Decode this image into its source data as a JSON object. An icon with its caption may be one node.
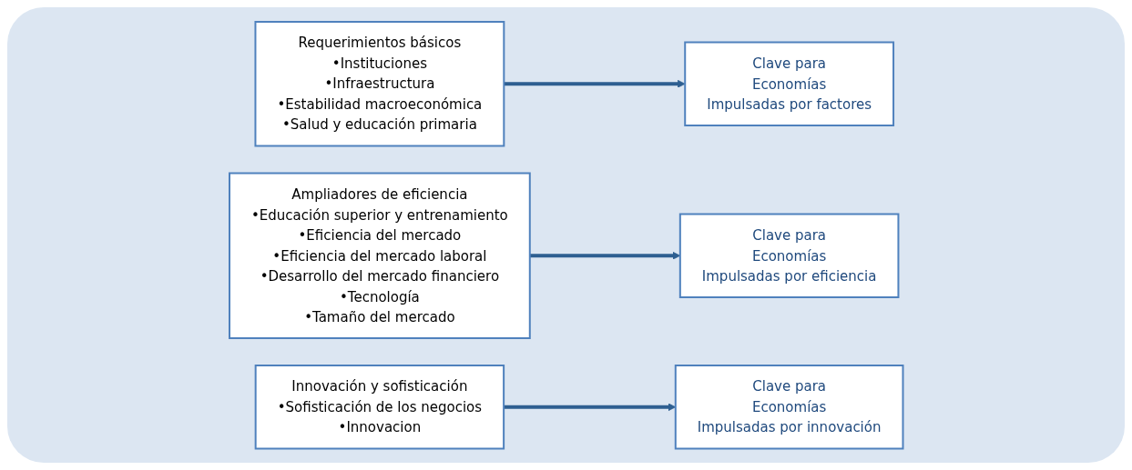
{
  "diagram": {
    "nodes": [
      {
        "text": [
          "Requerimientos básicos",
          "•Instituciones",
          "•Infraestructura",
          "•Estabilidad macroeconómica",
          "•Salud y educación primaria"
        ]
      },
      {
        "text": [
          "Clave para",
          "Economías",
          "Impulsadas por factores"
        ]
      },
      {
        "text": [
          "Ampliadores de eficiencia",
          "•Educación superior y entrenamiento",
          "•Eficiencia del mercado",
          "•Eficiencia del mercado laboral",
          "•Desarrollo del mercado financiero",
          "•Tecnología",
          "•Tamaño del mercado"
        ]
      },
      {
        "text": [
          "Clave para",
          "Economías",
          "Impulsadas por eficiencia"
        ]
      },
      {
        "text": [
          "Innovación y sofisticación",
          "•Sofisticación de los negocios",
          "•Innovacion"
        ]
      },
      {
        "text": [
          "Clave para",
          "Economías",
          "Impulsadas por innovación"
        ]
      }
    ],
    "edges": [
      {
        "from": 0,
        "to": 1,
        "arrow": "to"
      },
      {
        "from": 2,
        "to": 3,
        "arrow": "to"
      },
      {
        "from": 4,
        "to": 5,
        "arrow": "to"
      }
    ]
  }
}
